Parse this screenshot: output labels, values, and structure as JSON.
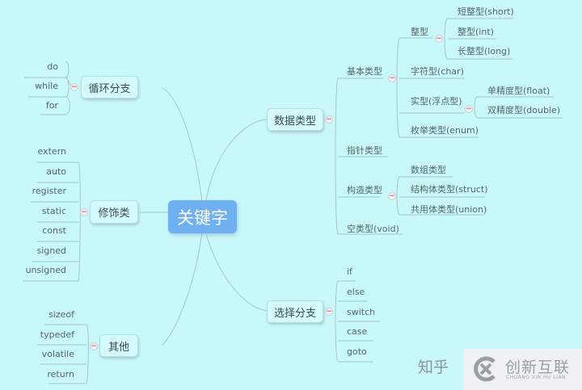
{
  "root": {
    "label": "关键字",
    "color": "#6fb0f0"
  },
  "left_branches": [
    {
      "label": "循环分支",
      "items": [
        "do",
        "while",
        "for"
      ]
    },
    {
      "label": "修饰类",
      "items": [
        "extern",
        "auto",
        "register",
        "static",
        "const",
        "signed",
        "unsigned"
      ]
    },
    {
      "label": "其他",
      "items": [
        "sizeof",
        "typedef",
        "volatile",
        "return"
      ]
    }
  ],
  "right_branches": [
    {
      "label": "数据类型",
      "children": [
        {
          "label": "基本类型",
          "children": [
            {
              "label": "整型",
              "children": [
                "短整型(short)",
                "整型(int)",
                "长整型(long)"
              ]
            },
            {
              "label": "字符型(char)"
            },
            {
              "label": "实型(浮点型)",
              "children": [
                "单精度型(float)",
                "双精度型(double)"
              ]
            },
            {
              "label": "枚举类型(enum)"
            }
          ]
        },
        {
          "label": "指针类型"
        },
        {
          "label": "构造类型",
          "children": [
            "数组类型",
            "结构体类型(struct)",
            "共用体类型(union)"
          ]
        },
        {
          "label": "空类型(void)"
        }
      ]
    },
    {
      "label": "选择分支",
      "items": [
        "if",
        "else",
        "switch",
        "case",
        "goto"
      ]
    }
  ],
  "toggle_symbol": "−",
  "watermark": {
    "zhihu": "知乎",
    "brand": "创新互联",
    "brand_sub": "CHUANG XIN HU LIAN"
  },
  "colors": {
    "background": "#c9f8fb",
    "node_fill": "#d4fbfd",
    "line": "#a9c4c8",
    "toggle_minus": "#cc3333"
  }
}
